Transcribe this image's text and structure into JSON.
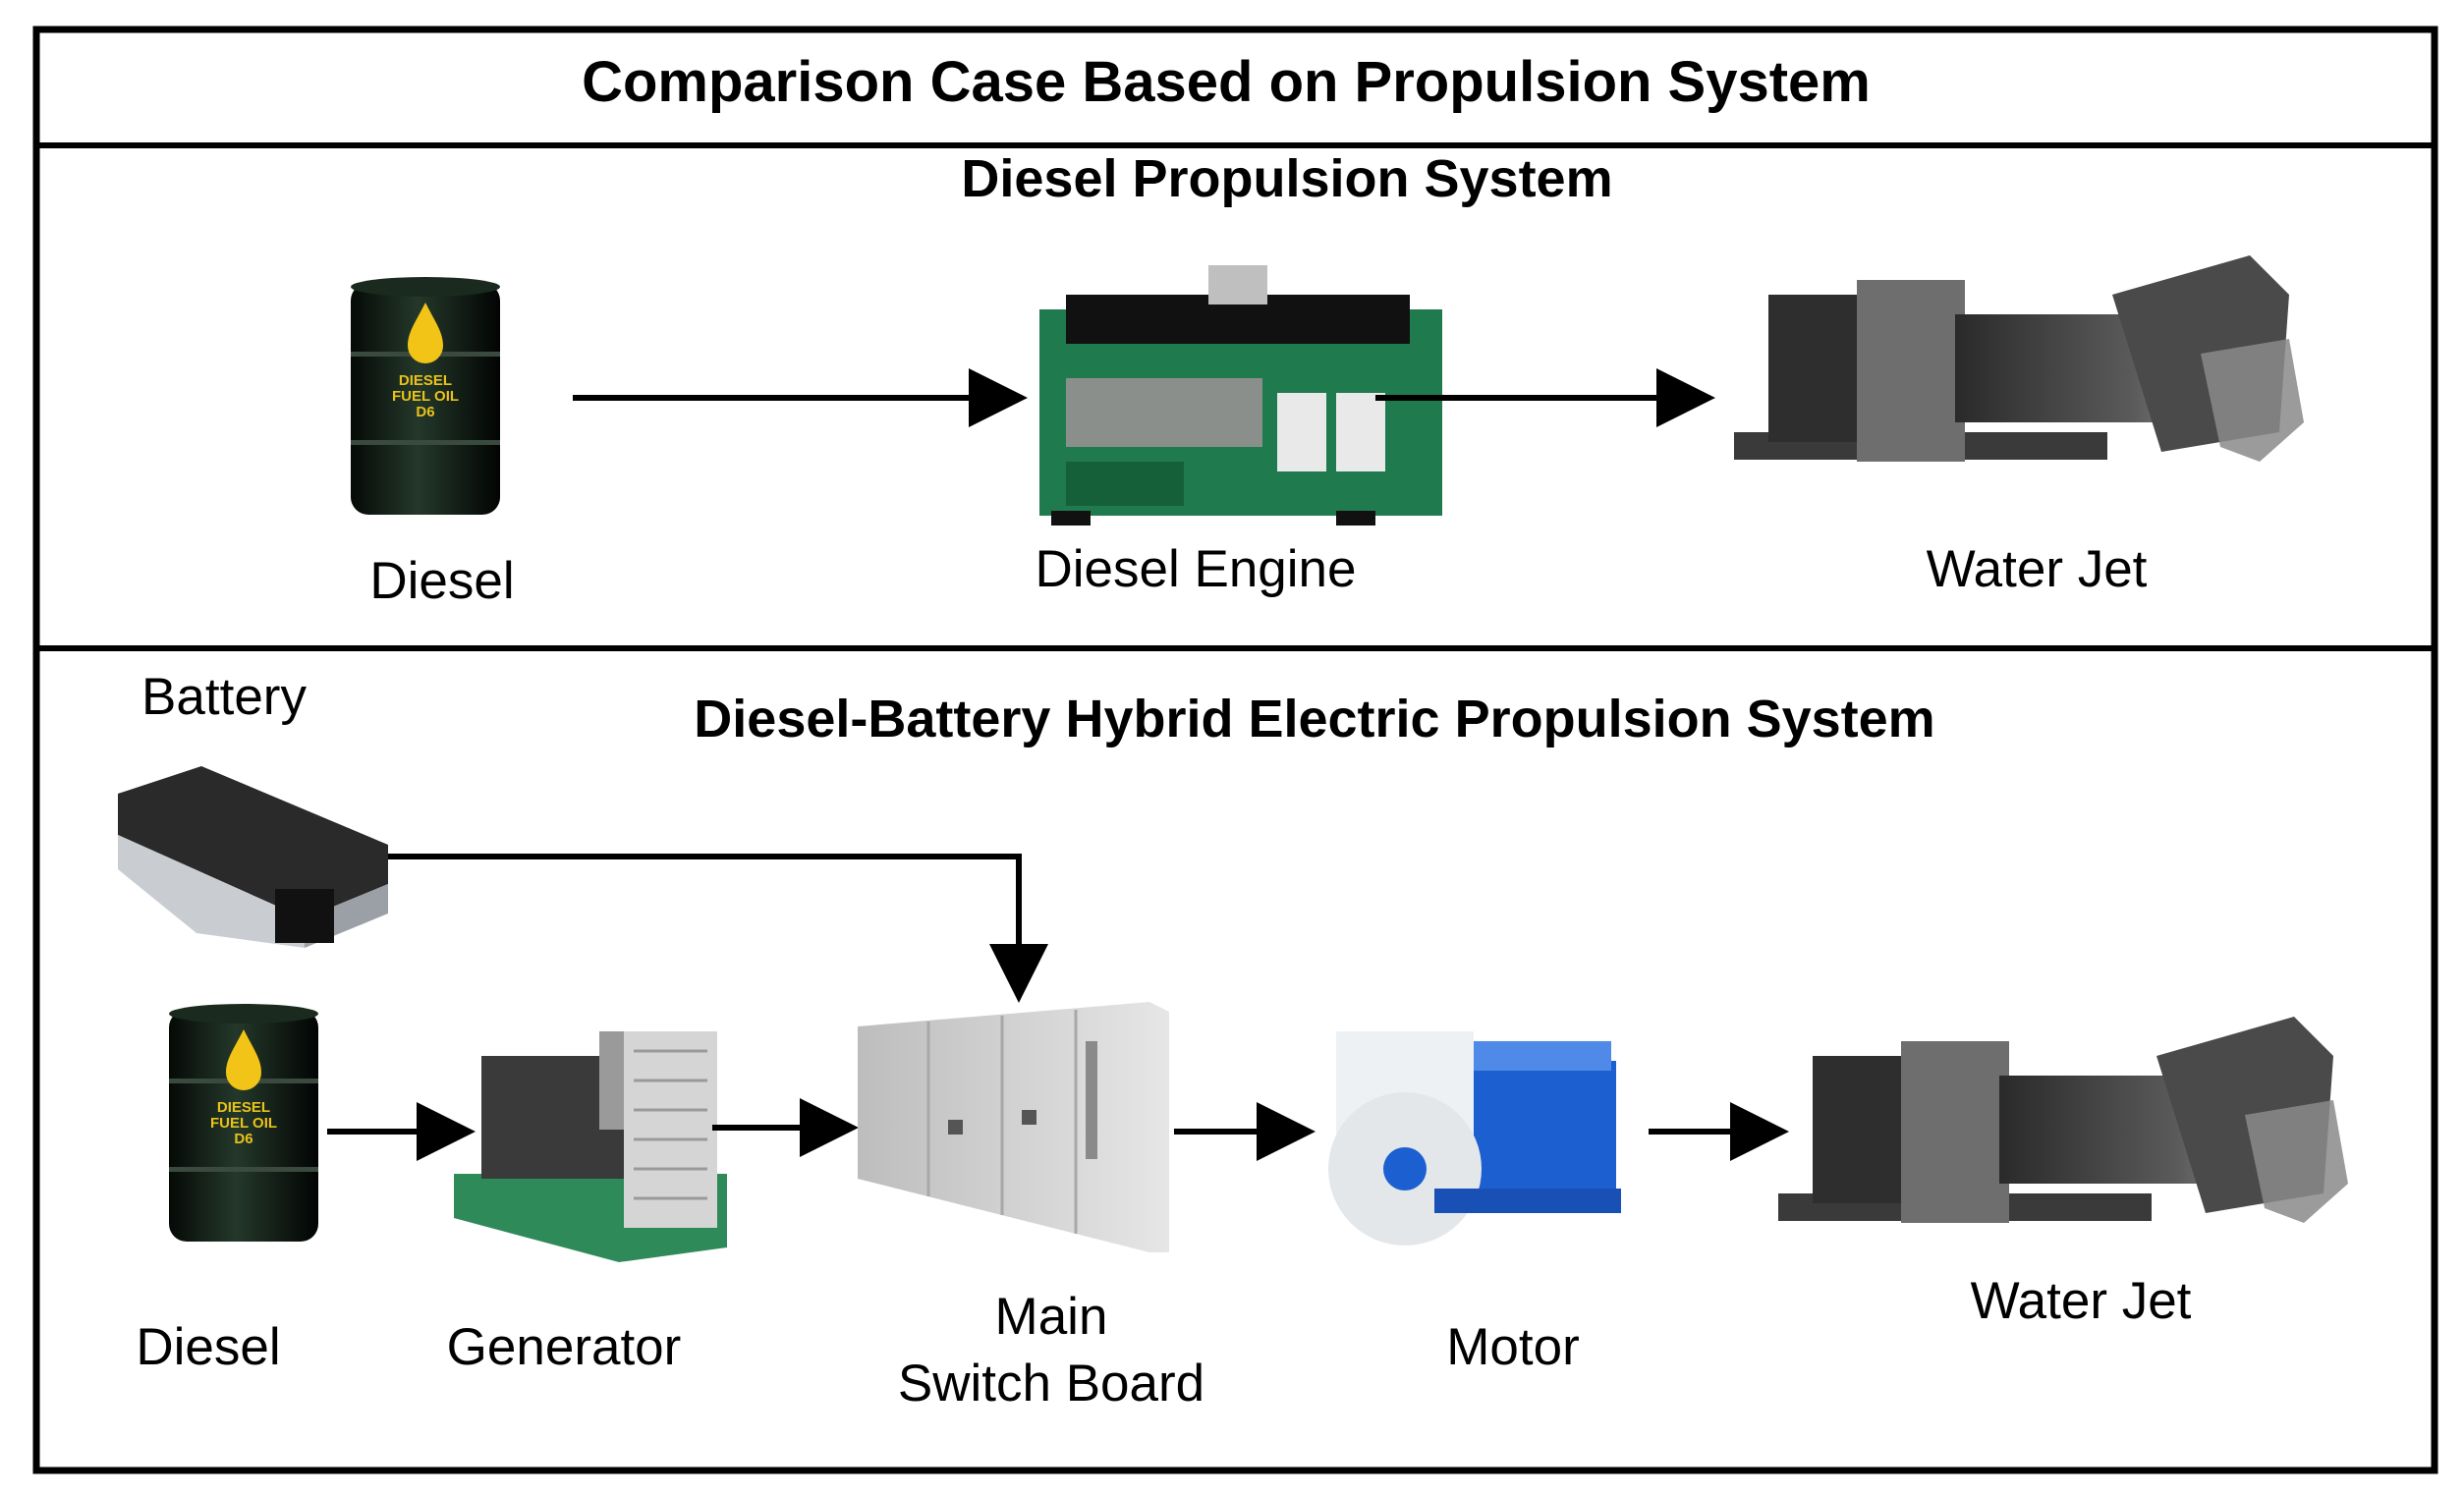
{
  "diagram": {
    "title": "Comparison Case Based on Propulsion System",
    "diesel_section": {
      "heading": "Diesel Propulsion System",
      "components": {
        "diesel": "Diesel",
        "engine": "Diesel Engine",
        "waterjet": "Water Jet"
      }
    },
    "hybrid_section": {
      "heading": "Diesel-Battery Hybrid Electric Propulsion System",
      "components": {
        "battery": "Battery",
        "diesel": "Diesel",
        "generator": "Generator",
        "switchboard_line1": "Main",
        "switchboard_line2": "Switch Board",
        "motor": "Motor",
        "waterjet": "Water Jet"
      }
    },
    "barrel_label": [
      "DIESEL",
      "FUEL OIL",
      "D6"
    ],
    "colors": {
      "border": "#000000",
      "barrel": "#0f1a12",
      "barrel_drop": "#f2c417",
      "engine_green": "#1f7a4e",
      "generator_green": "#2f8a5a",
      "switchboard": "#d9d9d9",
      "motor_blue": "#1b5fd1",
      "waterjet_gray": "#4a4a4a"
    }
  }
}
